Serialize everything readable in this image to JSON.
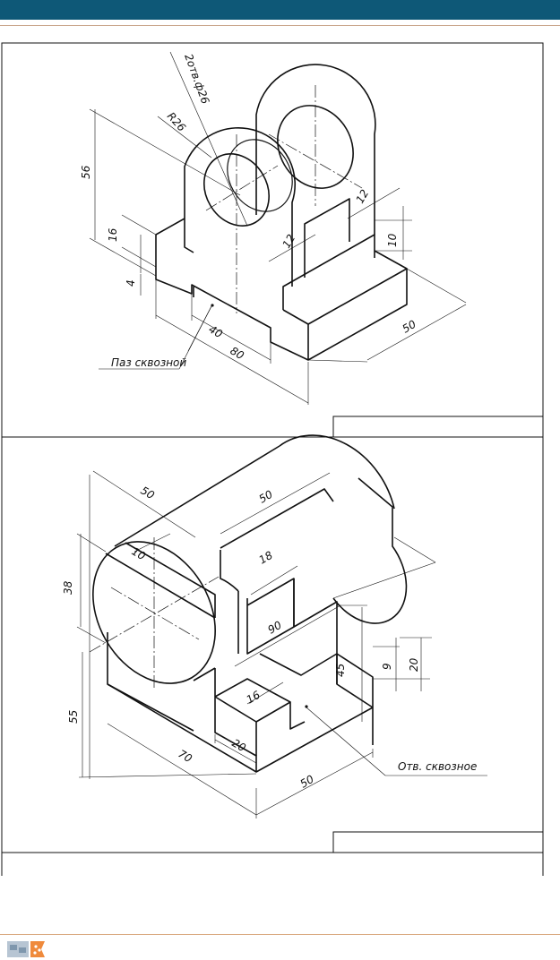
{
  "header": {
    "color": "#0e5877"
  },
  "drawing1": {
    "labels": {
      "holes": "2отв.ф26",
      "radius": "R26",
      "h56": "56",
      "h16": "16",
      "h4": "4",
      "w12a": "12",
      "w12b": "12",
      "h10": "10",
      "d50": "50",
      "d40": "40",
      "d80": "80",
      "slot": "Паз сквозной"
    }
  },
  "drawing2": {
    "labels": {
      "d50a": "50",
      "d50b": "50",
      "d10": "10",
      "h38": "38",
      "d18": "18",
      "d90": "90",
      "h45": "45",
      "h9": "9",
      "h20": "20",
      "h55": "55",
      "d16": "16",
      "d20": "20",
      "d70": "70",
      "d50c": "50",
      "hole": "Отв. сквозное"
    }
  },
  "footer": {
    "logo": "logo-icon"
  }
}
